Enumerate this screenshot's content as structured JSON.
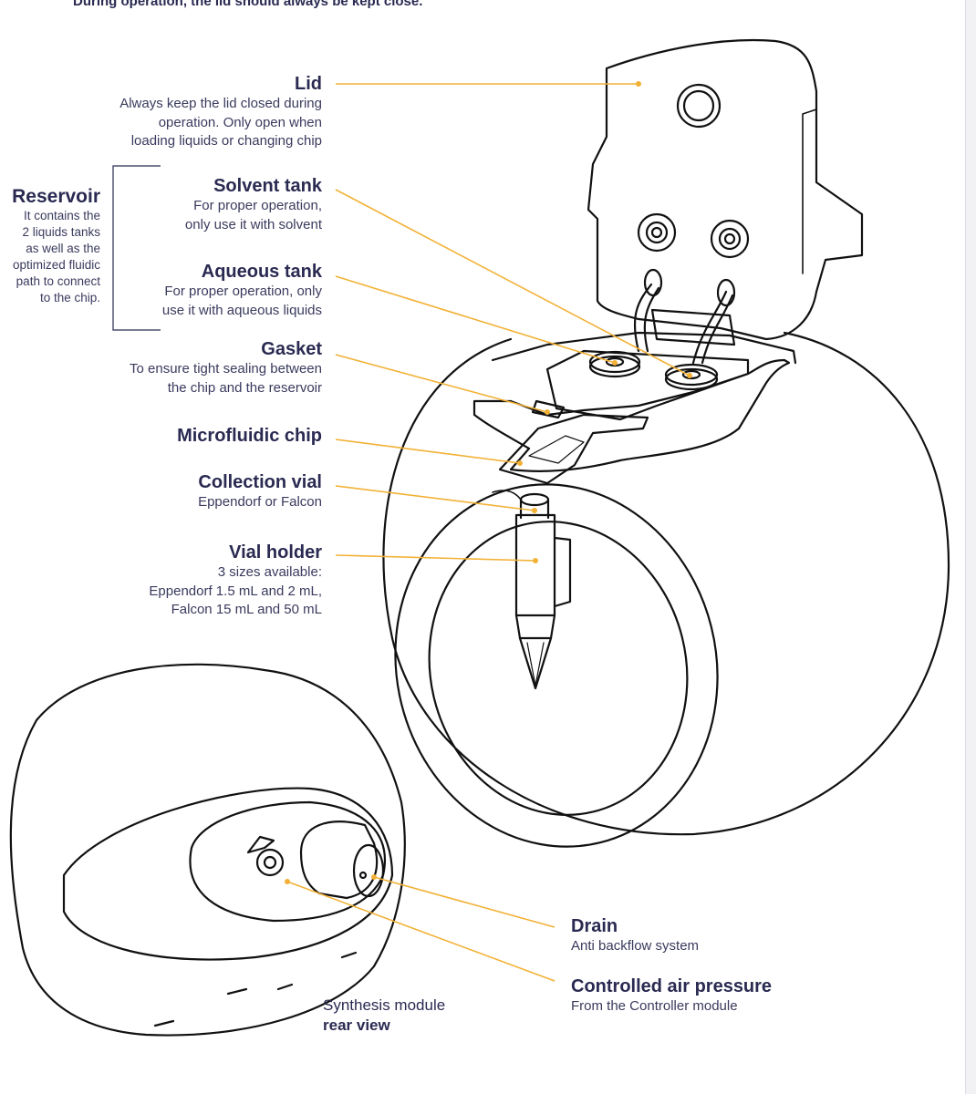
{
  "top_note": "During operation, the lid should always be kept close.",
  "labels": {
    "lid": {
      "title": "Lid",
      "desc": [
        "Always keep the lid closed during",
        "operation. Only open when",
        "loading liquids or changing chip"
      ]
    },
    "reservoir": {
      "title": "Reservoir",
      "desc": [
        "It contains the",
        "2 liquids tanks",
        "as well as the",
        "optimized fluidic",
        "path to connect",
        "to the chip."
      ]
    },
    "solvent_tank": {
      "title": "Solvent tank",
      "desc": [
        "For proper operation,",
        "only use it with solvent"
      ]
    },
    "aqueous_tank": {
      "title": "Aqueous tank",
      "desc": [
        "For proper operation, only",
        "use it with aqueous liquids"
      ]
    },
    "gasket": {
      "title": "Gasket",
      "desc": [
        "To ensure tight sealing between",
        "the chip and the reservoir"
      ]
    },
    "microfluidic_chip": {
      "title": "Microfluidic chip",
      "desc": []
    },
    "collection_vial": {
      "title": "Collection vial",
      "desc": [
        "Eppendorf or Falcon"
      ]
    },
    "vial_holder": {
      "title": "Vial holder",
      "desc": [
        "3 sizes available:",
        "Eppendorf 1.5 mL and 2 mL,",
        "Falcon 15 mL and 50 mL"
      ]
    },
    "drain": {
      "title": "Drain",
      "desc": [
        "Anti backflow system"
      ]
    },
    "controlled_air_pressure": {
      "title": "Controlled air pressure",
      "desc": [
        "From the Controller module"
      ]
    }
  },
  "caption": {
    "line1": "Synthesis module",
    "line2": "rear view"
  },
  "colors": {
    "leader": "#f2b135",
    "text": "#2a2a52",
    "outline": "#111111"
  }
}
